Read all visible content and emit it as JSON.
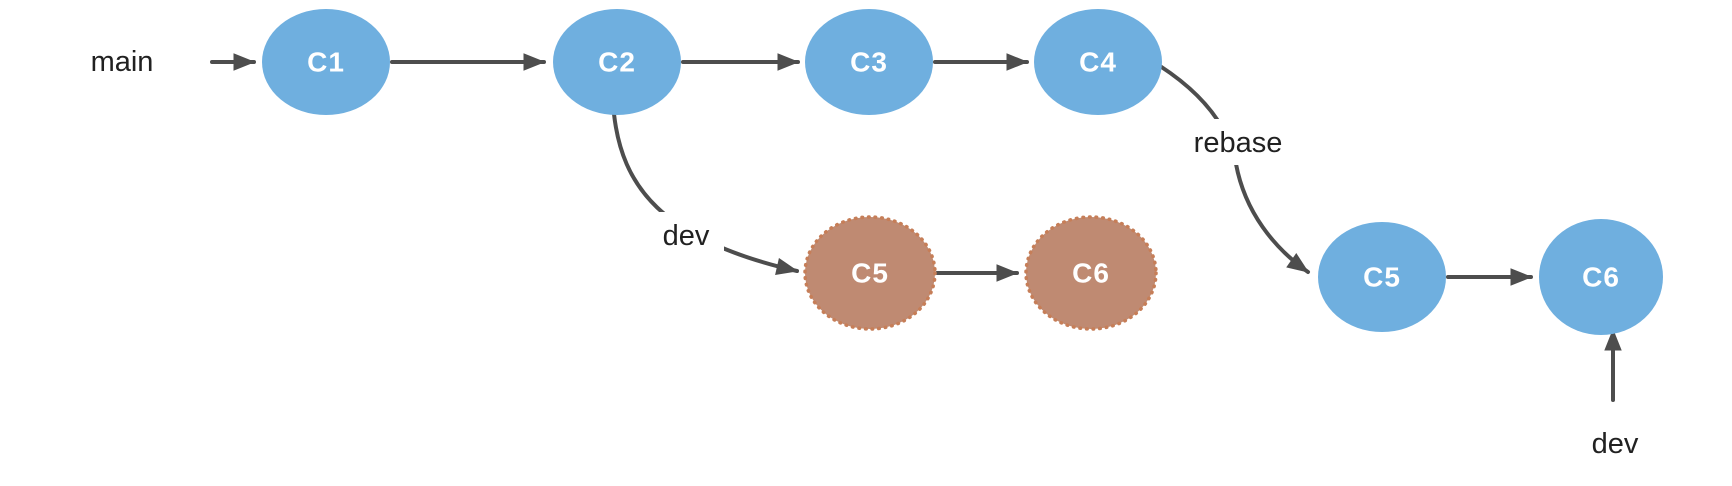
{
  "diagram": {
    "kind": "git-rebase-commit-graph",
    "colors": {
      "background": "#ffffff",
      "commit_node": "#6fafdf",
      "removed_commit_node": "#bf8a72",
      "removed_commit_border": "#c67e58",
      "edge": "#4d4d4d",
      "node_text": "#ffffff",
      "label_text": "#212121"
    },
    "labels": {
      "main_branch": "main",
      "dev_branch": "dev",
      "rebase_action": "rebase",
      "dev_branch_after_rebase": "dev"
    },
    "nodes": [
      {
        "id": "c1",
        "label": "C1",
        "row": "main",
        "state": "active"
      },
      {
        "id": "c2",
        "label": "C2",
        "row": "main",
        "state": "active"
      },
      {
        "id": "c3",
        "label": "C3",
        "row": "main",
        "state": "active"
      },
      {
        "id": "c4",
        "label": "C4",
        "row": "main",
        "state": "active"
      },
      {
        "id": "c5-old",
        "label": "C5",
        "row": "dev-before-rebase",
        "state": "removed"
      },
      {
        "id": "c6-old",
        "label": "C6",
        "row": "dev-before-rebase",
        "state": "removed"
      },
      {
        "id": "c5-new",
        "label": "C5",
        "row": "dev-after-rebase",
        "state": "active"
      },
      {
        "id": "c6-new",
        "label": "C6",
        "row": "dev-after-rebase",
        "state": "active"
      }
    ],
    "edges": [
      {
        "from": "main-label",
        "to": "c1",
        "label": ""
      },
      {
        "from": "c1",
        "to": "c2",
        "label": ""
      },
      {
        "from": "c2",
        "to": "c3",
        "label": ""
      },
      {
        "from": "c3",
        "to": "c4",
        "label": ""
      },
      {
        "from": "c2",
        "to": "c5-old",
        "label": "dev"
      },
      {
        "from": "c5-old",
        "to": "c6-old",
        "label": ""
      },
      {
        "from": "c4",
        "to": "c5-new",
        "label": "rebase"
      },
      {
        "from": "c5-new",
        "to": "c6-new",
        "label": ""
      },
      {
        "from": "dev-label",
        "to": "c6-new",
        "label": ""
      }
    ]
  }
}
